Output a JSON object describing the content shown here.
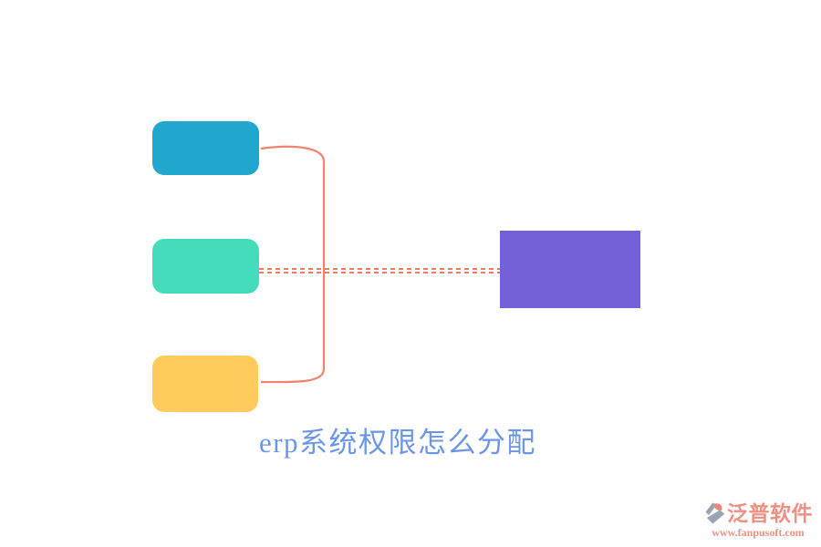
{
  "title": {
    "text": "erp系统权限怎么分配",
    "color": "#6B96E8"
  },
  "diagram": {
    "nodes": [
      {
        "name": "top-source-node",
        "color": "#1FA7CE"
      },
      {
        "name": "middle-source-node",
        "color": "#45DCBB"
      },
      {
        "name": "bottom-source-node",
        "color": "#FFCB5D"
      },
      {
        "name": "result-node",
        "color": "#7461DA"
      }
    ],
    "connectors": {
      "bracket_color": "#F0846E",
      "dashed_color": "#E8502E"
    }
  },
  "watermark": {
    "brand": "泛普软件",
    "url": "www.fanpusoft.com",
    "text_color": "#EE9183",
    "icon_gray": "#9AA4B3",
    "icon_accent": "#E5887A"
  }
}
